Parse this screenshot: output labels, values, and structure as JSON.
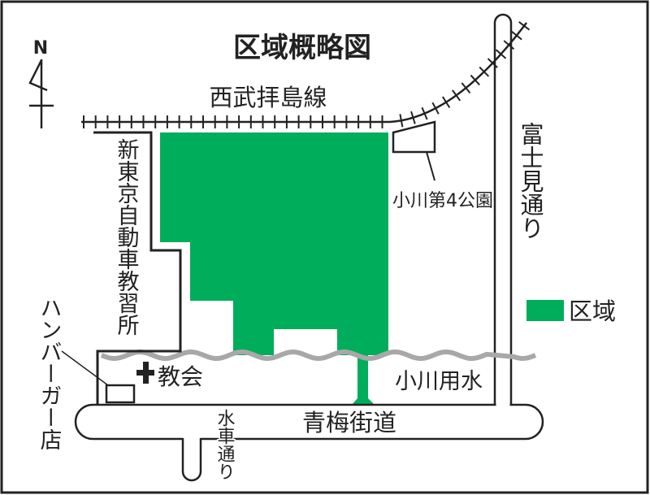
{
  "title": "区域概略図",
  "north_label": "N",
  "labels": {
    "railway": "西武拝島線",
    "expressway_school": "新東京自動車教習所",
    "park": "小川第4公園",
    "fujimi_street": "富士見通り",
    "church": "教会",
    "burger_shop": "ハンバーガー店",
    "ogawa_canal": "小川用水",
    "ome_kaido": "青梅街道",
    "suisha_street": "水車通り"
  },
  "legend": {
    "label": "区域",
    "color": "#00ad5a"
  },
  "colors": {
    "area": "#00ad5a",
    "river": "#a8a8a8",
    "line": "#222222"
  }
}
